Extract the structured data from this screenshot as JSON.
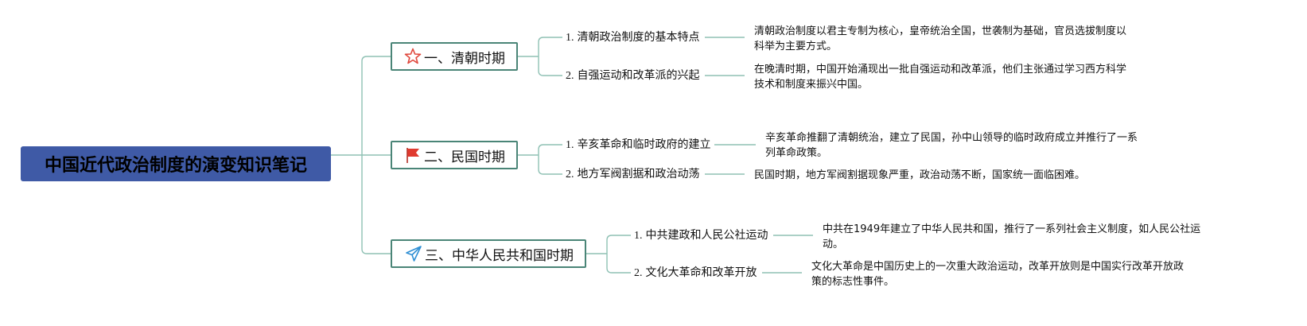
{
  "root": {
    "label": "中国近代政治制度的演变知识笔记"
  },
  "branches": [
    {
      "label": "一、清朝时期",
      "icon": "star-icon",
      "icon_color": "#e0473c",
      "children": [
        {
          "num": "1.",
          "label": "清朝政治制度的基本特点",
          "detail": "清朝政治制度以君主专制为核心，皇帝统治全国，世袭制为基础，官员选拔制度以科举为主要方式。"
        },
        {
          "num": "2.",
          "label": "自强运动和改革派的兴起",
          "detail": "在晚清时期，中国开始涌现出一批自强运动和改革派，他们主张通过学习西方科学技术和制度来振兴中国。"
        }
      ]
    },
    {
      "label": "二、民国时期",
      "icon": "flag-icon",
      "icon_color": "#e03a2f",
      "children": [
        {
          "num": "1.",
          "label": "辛亥革命和临时政府的建立",
          "detail": "辛亥革命推翻了清朝统治，建立了民国，孙中山领导的临时政府成立并推行了一系列革命政策。"
        },
        {
          "num": "2.",
          "label": "地方军阀割据和政治动荡",
          "detail": "民国时期，地方军阀割据现象严重，政治动荡不断，国家统一面临困难。"
        }
      ]
    },
    {
      "label": "三、中华人民共和国时期",
      "icon": "paper-plane-icon",
      "icon_color": "#2f8fd4",
      "children": [
        {
          "num": "1.",
          "label": "中共建政和人民公社运动",
          "detail": "中共在1949年建立了中华人民共和国，推行了一系列社会主义制度，如人民公社运动。"
        },
        {
          "num": "2.",
          "label": "文化大革命和改革开放",
          "detail": "文化大革命是中国历史上的一次重大政治运动，改革开放则是中国实行改革开放政策的标志性事件。"
        }
      ]
    }
  ],
  "colors": {
    "root_bg": "#3f5aa6",
    "branch_border": "#4a8577",
    "connector": "#8fc1b4"
  }
}
